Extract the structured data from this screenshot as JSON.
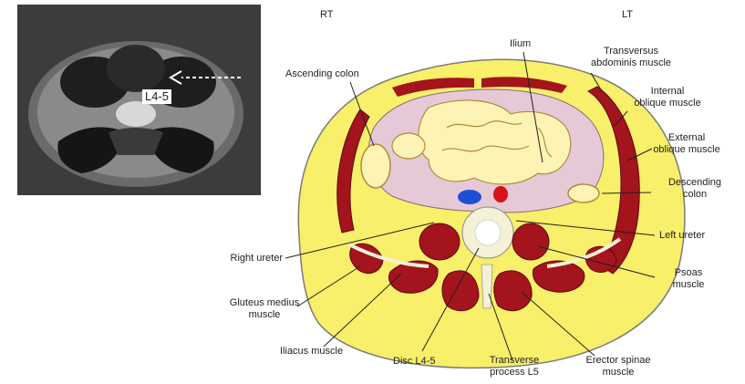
{
  "mri": {
    "level_label": "L4-5"
  },
  "sides": {
    "right": "RT",
    "left": "LT"
  },
  "labels": {
    "ilium": "Ilium",
    "transversus_1": "Transversus",
    "transversus_2": "abdominis muscle",
    "ascending_colon": "Ascending colon",
    "internal_oblique_1": "Internal",
    "internal_oblique_2": "oblique muscle",
    "external_oblique_1": "External",
    "external_oblique_2": "oblique muscle",
    "descending_colon_1": "Descending",
    "descending_colon_2": "colon",
    "left_ureter": "Left ureter",
    "right_ureter": "Right ureter",
    "psoas_1": "Psoas",
    "psoas_2": "muscle",
    "gluteus_1": "Gluteus medius",
    "gluteus_2": "muscle",
    "iliacus": "Iliacus muscle",
    "disc": "Disc L4-5",
    "transverse_1": "Transverse",
    "transverse_2": "process L5",
    "erector_1": "Erector spinae",
    "erector_2": "muscle"
  },
  "colors": {
    "fat": "#f8ef6a",
    "muscle": "#a3141c",
    "bowel": "#fdf3b4",
    "peritoneum": "#e6c9d6",
    "artery": "#d8121a",
    "vein": "#1c4fd6",
    "bone": "#f4f1d6"
  }
}
